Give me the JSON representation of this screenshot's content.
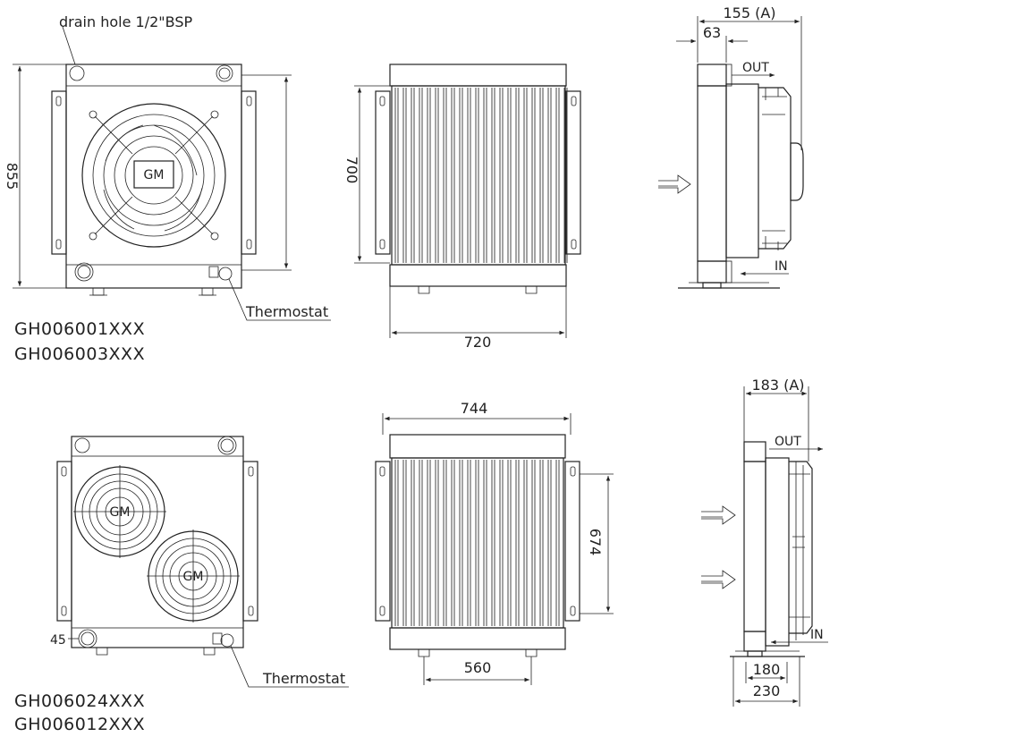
{
  "labels": {
    "drain_hole": "drain hole 1/2\"BSP",
    "thermostat_top": "Thermostat",
    "thermostat_bottom": "Thermostat",
    "gm_top": "GM",
    "gm_fan1": "GM",
    "gm_fan2": "GM",
    "out_top": "OUT",
    "in_top": "IN",
    "out_bottom": "OUT",
    "in_bottom": "IN"
  },
  "models": {
    "top": [
      "GH006001XXX",
      "GH006003XXX"
    ],
    "bottom": [
      "GH006024XXX",
      "GH006012XXX"
    ]
  },
  "dimensions": {
    "height_855": "855",
    "height_700": "700",
    "width_720": "720",
    "depth_155": "155 (A)",
    "depth_63": "63",
    "width_744": "744",
    "height_674": "674",
    "width_560": "560",
    "depth_183": "183 (A)",
    "base_180": "180",
    "base_230": "230",
    "offset_45": "45"
  },
  "colors": {
    "line": "#222222",
    "background": "#ffffff"
  }
}
